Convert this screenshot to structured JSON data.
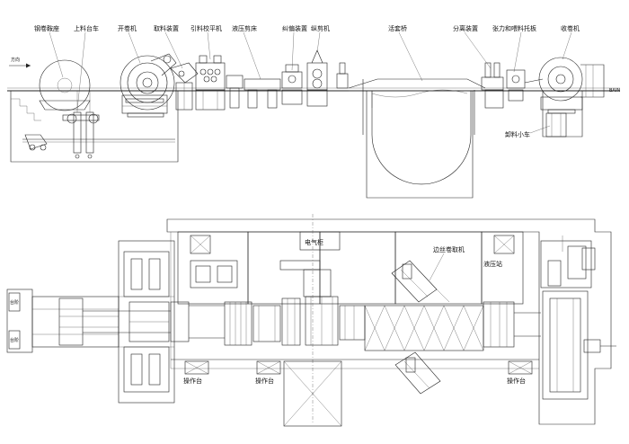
{
  "elevation": {
    "labels": {
      "coil_saddle": "钢卷鞍座",
      "loading_car": "上料台车",
      "uncoiler": "开卷机",
      "feeding_device": "取料装置",
      "pinch_leveler": "引料校平机",
      "hydraulic_shear": "液压剪床",
      "edge_guide": "纠偏装置",
      "slitter": "纵剪机",
      "looper_bridge": "活套桥",
      "separator": "分离装置",
      "tension_unit": "张力和喂料托板",
      "recoiler": "收卷机",
      "unloading_car": "卸料小车"
    },
    "direction": "方向",
    "end_mark": "BAIN"
  },
  "plan": {
    "labels": {
      "electric_cabinet": "电气柜",
      "scrap_winder": "边丝卷取机",
      "hydraulic_station": "液压站",
      "console_left": "操作台",
      "console_mid": "操作台",
      "console_right": "操作台",
      "saddle_top": "台阶",
      "saddle_bottom": "台阶"
    }
  }
}
